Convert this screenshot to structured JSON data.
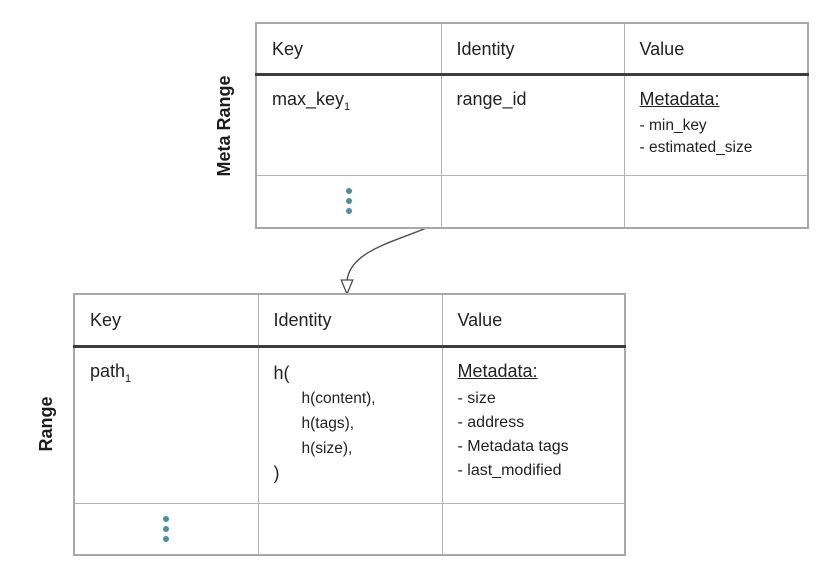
{
  "colors": {
    "background": "#ffffff",
    "text": "#222222",
    "grid_border": "#b5b3b3",
    "header_rule": "#3d3d3d",
    "ellipsis_dot": "#4e8c9e",
    "arrow": "#4f4f4f"
  },
  "meta_range_table": {
    "side_label": "Meta Range",
    "headers": [
      "Key",
      "Identity",
      "Value"
    ],
    "row": {
      "key_base": "max_key",
      "key_subscript": "1",
      "identity": "range_id",
      "value_heading": "Metadata:",
      "value_items": [
        "- min_key",
        "- estimated_size"
      ]
    }
  },
  "range_table": {
    "side_label": "Range",
    "headers": [
      "Key",
      "Identity",
      "Value"
    ],
    "row": {
      "key_base": "path",
      "key_subscript": "1",
      "identity_lines": [
        "h(",
        "h(content),",
        "h(tags),",
        "h(size),",
        ")"
      ],
      "value_heading": "Metadata:",
      "value_items": [
        "- size",
        "- address",
        "- Metadata tags",
        "- last_modified"
      ]
    }
  },
  "arrow": {
    "connects_from": "range_id",
    "connects_to": "Range table Identity column"
  }
}
